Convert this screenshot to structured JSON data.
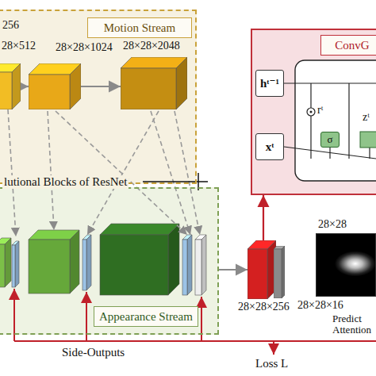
{
  "diagram": {
    "nodes": [
      {
        "text": [
          "Motion Stream"
        ]
      },
      {
        "text": [
          "28×512"
        ],
        "in": 0
      },
      {
        "text": [
          "28×28×1024"
        ],
        "in": 0
      },
      {
        "text": [
          "28×28×2048"
        ],
        "in": 0
      },
      {
        "text": [
          "Appearance Stream"
        ]
      },
      {
        "text": [
          "ConvG"
        ]
      },
      {
        "text": [
          "hᵗ⁻¹"
        ],
        "in": 5
      },
      {
        "text": [
          "xᵗ"
        ],
        "in": 5
      },
      {
        "text": [
          "σ"
        ],
        "in": 5
      },
      {
        "text": [
          "28×28×256"
        ]
      },
      {
        "text": [
          "28×28×16"
        ]
      },
      {
        "text": [
          "28×28",
          "Predict Attention"
        ]
      }
    ],
    "edges": [
      {
        "from": 1,
        "to": 2,
        "arrow": "to"
      },
      {
        "from": 2,
        "to": 3,
        "arrow": "to"
      },
      {
        "from": 4,
        "to": 9,
        "arrow": "to"
      },
      {
        "from": 9,
        "to": 5,
        "arrow": "to"
      }
    ],
    "labels": [
      "256",
      "lutional Blocks of ResNet",
      "rᵗ",
      "zᵗ",
      "Side-Outputs",
      "Loss L"
    ]
  }
}
